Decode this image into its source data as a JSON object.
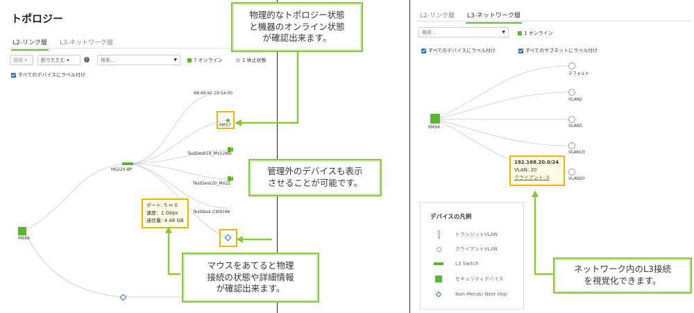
{
  "left": {
    "title": "トポロジー",
    "tabs": [
      "L2-リンク層",
      "L3-ネットワーク層"
    ],
    "toolbar": {
      "expand": "展開 ▾",
      "collapse": "折りたたむ ▾",
      "info_icon": "info-icon",
      "search_placeholder": "検索...",
      "online": "7 オンライン",
      "offline": "1 休止状態"
    },
    "label_all_devices": "すべてのデバイスにラベル付け",
    "nodes": {
      "mx64": "MX64",
      "ms220": "MS220-8P",
      "mac": "68:49:92:19:54:00",
      "mr57": "MR57",
      "mv12we": "TestDesk19_MV12WE",
      "mv22": "TestDesk20_MV22",
      "cw9166": "Testdesk-CW9166"
    },
    "tooltip": {
      "port": "ポート: 5 ↔ 0",
      "speed": "速度：1 Gbps",
      "usage": "通信量: 4.48 GB"
    }
  },
  "right": {
    "tabs": [
      "L2-リンク層",
      "L3-ネットワーク層"
    ],
    "search_placeholder": "検索...",
    "online": "1 オンライン",
    "label_all_devices": "すべてのデバイスにラベル付け",
    "label_all_subnets": "すべてのサブネットにラベル付け",
    "nodes": {
      "mx64": "MX64",
      "default": "デフォルト",
      "vlan2": "VLAN2",
      "vlan3": "VLAN3",
      "vlan10": "VLAN10",
      "vlan20": "VLAN20"
    },
    "tooltip": {
      "subnet": "192.168.20.0/24",
      "vlan": "VLAN: 20",
      "clients": "クライアント: 0"
    },
    "legend": {
      "title": "デバイスの凡例",
      "items": [
        "トランジットVLAN",
        "クライアントVLAN",
        "L3 Switch",
        "セキュリティデバイス",
        "Non-Meraki Next Hop"
      ]
    }
  },
  "callouts": {
    "physical": [
      "物理的なトポロジー状態",
      "と機器のオンライン状態",
      "が確認出来ます。"
    ],
    "unmanaged": [
      "管理外のデバイスも表示",
      "させることが可能です。"
    ],
    "hover": [
      "マウスをあてると物理",
      "接続の状態や詳細情報",
      "が確認出来ます。"
    ],
    "l3": [
      "ネットワーク内のL3接続",
      "を視覚化できます。"
    ]
  },
  "colors": {
    "green": "#5cb531",
    "accent_border": "#8cc63f",
    "highlight": "#f0b400",
    "non_meraki": "#2a6ebb"
  }
}
